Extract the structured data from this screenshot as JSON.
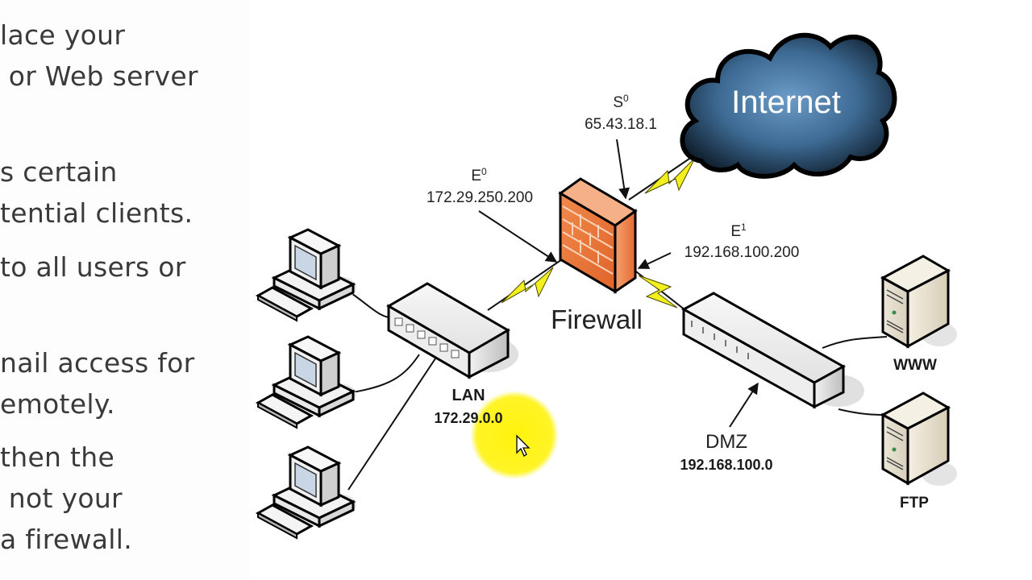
{
  "slide": {
    "text_lines": [
      "lace your",
      " or Web server",
      "s certain",
      "tential clients.",
      "to all users or",
      "nail access for",
      "emotely.",
      "then the",
      " not your",
      "a firewall."
    ]
  },
  "diagram": {
    "internet_label": "Internet",
    "firewall_label": "Firewall",
    "interfaces": {
      "s0": {
        "name": "S",
        "sup": "0",
        "ip": "65.43.18.1"
      },
      "e0": {
        "name": "E",
        "sup": "0",
        "ip": "172.29.250.200"
      },
      "e1": {
        "name": "E",
        "sup": "1",
        "ip": "192.168.100.200"
      }
    },
    "lan": {
      "label": "LAN",
      "network": "172.29.0.0"
    },
    "dmz": {
      "label": "DMZ",
      "network": "192.168.100.0"
    },
    "servers": [
      {
        "label": "WWW"
      },
      {
        "label": "FTP"
      }
    ],
    "workstations": 3
  },
  "colors": {
    "cloud": "#2f5576",
    "cloud_light": "#5b8bb5",
    "firewall": "#e8743b",
    "lightning": "#f4f020",
    "cursor_highlight": "#fff200"
  }
}
